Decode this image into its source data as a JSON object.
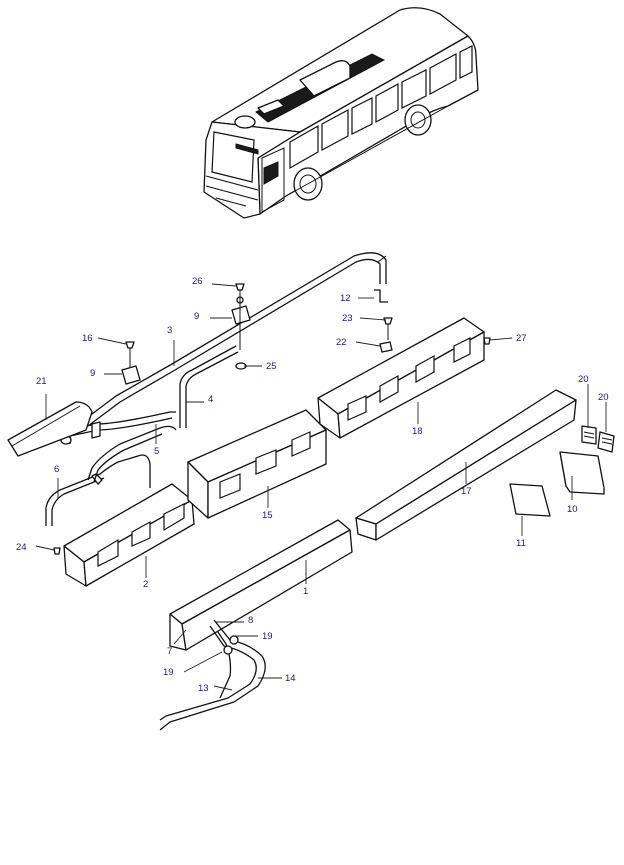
{
  "colors": {
    "line": "#111111",
    "callout_text": "#1a1a8c",
    "background": "#ffffff"
  },
  "callouts": [
    {
      "id": "c1",
      "text": "1"
    },
    {
      "id": "c2",
      "text": "2"
    },
    {
      "id": "c3",
      "text": "3"
    },
    {
      "id": "c4",
      "text": "4"
    },
    {
      "id": "c5",
      "text": "5"
    },
    {
      "id": "c6",
      "text": "6"
    },
    {
      "id": "c7",
      "text": "7"
    },
    {
      "id": "c8",
      "text": "8"
    },
    {
      "id": "c9a",
      "text": "9"
    },
    {
      "id": "c9b",
      "text": "9"
    },
    {
      "id": "c10",
      "text": "10"
    },
    {
      "id": "c11",
      "text": "11"
    },
    {
      "id": "c12",
      "text": "12"
    },
    {
      "id": "c13",
      "text": "13"
    },
    {
      "id": "c14",
      "text": "14"
    },
    {
      "id": "c15",
      "text": "15"
    },
    {
      "id": "c16",
      "text": "16"
    },
    {
      "id": "c17",
      "text": "17"
    },
    {
      "id": "c18",
      "text": "18"
    },
    {
      "id": "c19a",
      "text": "19"
    },
    {
      "id": "c19b",
      "text": "19"
    },
    {
      "id": "c20a",
      "text": "20"
    },
    {
      "id": "c20b",
      "text": "20"
    },
    {
      "id": "c21",
      "text": "21"
    },
    {
      "id": "c22",
      "text": "22"
    },
    {
      "id": "c23",
      "text": "23"
    },
    {
      "id": "c24",
      "text": "24"
    },
    {
      "id": "c25",
      "text": "25"
    },
    {
      "id": "c26",
      "text": "26"
    },
    {
      "id": "c27",
      "text": "27"
    }
  ]
}
